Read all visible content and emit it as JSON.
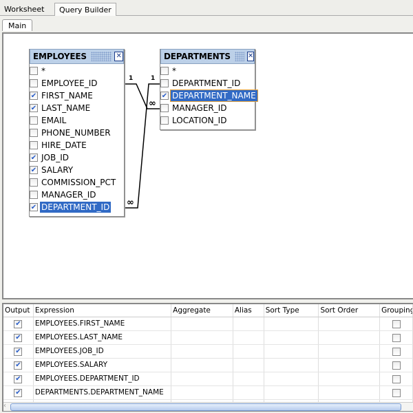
{
  "tabs": [
    "Worksheet",
    "Query Builder"
  ],
  "subtab": "Main",
  "tables": [
    {
      "name": "EMPLOYEES",
      "columns": [
        {
          "label": "*",
          "checked": false
        },
        {
          "label": "EMPLOYEE_ID",
          "checked": false
        },
        {
          "label": "FIRST_NAME",
          "checked": true
        },
        {
          "label": "LAST_NAME",
          "checked": true
        },
        {
          "label": "EMAIL",
          "checked": false
        },
        {
          "label": "PHONE_NUMBER",
          "checked": false
        },
        {
          "label": "HIRE_DATE",
          "checked": false
        },
        {
          "label": "JOB_ID",
          "checked": true
        },
        {
          "label": "SALARY",
          "checked": true
        },
        {
          "label": "COMMISSION_PCT",
          "checked": false
        },
        {
          "label": "MANAGER_ID",
          "checked": false
        },
        {
          "label": "DEPARTMENT_ID",
          "checked": true,
          "selected": true
        }
      ]
    },
    {
      "name": "DEPARTMENTS",
      "columns": [
        {
          "label": "*",
          "checked": false
        },
        {
          "label": "DEPARTMENT_ID",
          "checked": false
        },
        {
          "label": "DEPARTMENT_NAME",
          "checked": true,
          "selected": true
        },
        {
          "label": "MANAGER_ID",
          "checked": false
        },
        {
          "label": "LOCATION_ID",
          "checked": false
        }
      ]
    }
  ],
  "joins": {
    "one": "1",
    "many": "∞"
  },
  "grid": {
    "headers": [
      "Output",
      "Expression",
      "Aggregate",
      "Alias",
      "Sort Type",
      "Sort Order",
      "Grouping"
    ],
    "rows": [
      {
        "output": true,
        "expression": "EMPLOYEES.FIRST_NAME",
        "grouping": false
      },
      {
        "output": true,
        "expression": "EMPLOYEES.LAST_NAME",
        "grouping": false
      },
      {
        "output": true,
        "expression": "EMPLOYEES.JOB_ID",
        "grouping": false
      },
      {
        "output": true,
        "expression": "EMPLOYEES.SALARY",
        "grouping": false
      },
      {
        "output": true,
        "expression": "EMPLOYEES.DEPARTMENT_ID",
        "grouping": false
      },
      {
        "output": true,
        "expression": "DEPARTMENTS.DEPARTMENT_NAME",
        "grouping": false
      }
    ]
  }
}
